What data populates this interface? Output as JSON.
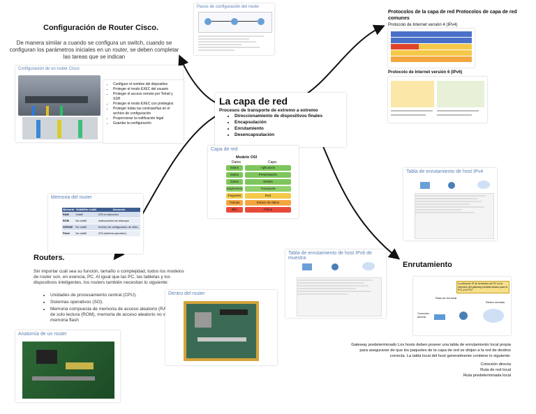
{
  "central": {
    "title": "La capa de red",
    "subtitle": "Procesos de transporte de extremo a extremo",
    "items": [
      "Direccionamiento de dispositivos finales",
      "Encapsulación",
      "Enrutamiento",
      "Desencapsulación"
    ]
  },
  "router_config": {
    "title": "Configuración de Router Cisco.",
    "text": "De manera similar a cuando se configura un switch, cuando se configuran los parámetros iniciales en un router, se deben completar las tareas que se indican",
    "image_caption": "Configuración de un router Cisco",
    "task_list": [
      "Configure el nombre del dispositivo",
      "Proteger el modo EXEC del usuario",
      "Proteger el acceso remoto por Telnet y SSH",
      "Proteger el modo EXEC con privilegios",
      "Proteger todas las contraseñas en el archivo de configuración",
      "Proporcionar la notificación legal",
      "Guardar la configuración"
    ]
  },
  "top_image": {
    "caption": "Pasos de configuración del router"
  },
  "protocols": {
    "title": "Protocolos de la capa de red Protocolos de capa de red comunes",
    "ipv4_label": "Protocolo de Internet versión 4 (IPv4)",
    "ipv6_label": "Protocolo de Internet versión 6 (IPv6)"
  },
  "capa_red_caption": "Capa de red",
  "osi": {
    "title": "Modelo OSI",
    "col_data": "Datos",
    "col_layer": "Capa",
    "rows": [
      {
        "data": "Datos",
        "layer": "Aplicación",
        "color": "#7ec65c"
      },
      {
        "data": "Datos",
        "layer": "Presentación",
        "color": "#7ec65c"
      },
      {
        "data": "Datos",
        "layer": "Sesión",
        "color": "#7ec65c"
      },
      {
        "data": "Segmentos",
        "layer": "Transporte",
        "color": "#8fd06a"
      },
      {
        "data": "Paquetes",
        "layer": "Red",
        "color": "#f4c94a"
      },
      {
        "data": "Tramas",
        "layer": "Enlace de datos",
        "color": "#f4a640"
      },
      {
        "data": "Bits",
        "layer": "Física",
        "color": "#e84a3a"
      }
    ]
  },
  "memoria": {
    "title": "Memoria del router",
    "headers": [
      "Memoria",
      "Volátil/No volátil",
      "Almacena"
    ],
    "rows": [
      [
        "RAM",
        "Volátil",
        "IOS en ejecución"
      ],
      [
        "ROM",
        "No volátil",
        "Instrucciones de arranque"
      ],
      [
        "NVRAM",
        "No volátil",
        "Archivo de configuración de inicio"
      ],
      [
        "Flash",
        "No volátil",
        "IOS (sistema operativo)"
      ]
    ]
  },
  "routers": {
    "title": "Routers.",
    "text": "Sin importar cuál sea su función, tamaño o complejidad, todos los modelos de router son, en esencia, PC. Al igual que las PC, las tabletas y los dispositivos inteligentes, los routers también necesitan lo siguiente:",
    "items": [
      "Unidades de procesamiento central (CPU).",
      "Sistemas operativos (SO).",
      "Memoria compuesta de memoria de acceso aleatorio (RAM), memoria de solo lectura (ROM), memoria de acceso aleatorio no volátil (NVRAM), memoria flash"
    ]
  },
  "anatomia_caption": "Anatomía de un router",
  "dentro_caption": "Dentro del router",
  "ipv6_table_caption": "Tabla de enrutamiento de host IPv6 de muestra",
  "ipv4_table_caption": "Tabla de enrutamiento de host IPv4",
  "enrutamiento": {
    "title": "Enrutamiento",
    "text": "Gateway predeterminado Los hosts deben poseer una tabla de enrutamiento local propia para asegurarse de que los paquetes de la capa de red se dirijan a la red de destino correcta. La tabla local del host generalmente contiene lo siguiente:",
    "items": [
      "Conexión directa",
      "Ruta de red local",
      "Ruta predeterminada local"
    ]
  },
  "routing_diagram": {
    "callout": "La dirección IP de la interfaz del PC es la dirección del gateway predeterminado para la PC1 y la PC2",
    "local_net_label": "Ruta de red local",
    "remote_label": "Redes remotas",
    "direct_label": "Conexión directa"
  },
  "colors": {
    "accent_blue": "#5a7fb5",
    "arrow": "#111111"
  }
}
